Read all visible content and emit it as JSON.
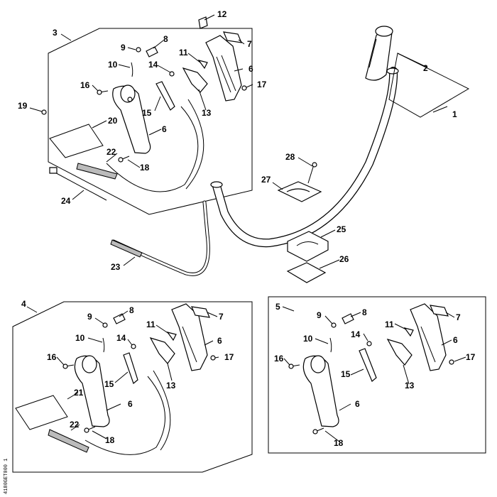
{
  "diagram": {
    "drawing_code": "4180GET000 1"
  },
  "callouts": {
    "main": [
      "1",
      "2",
      "3",
      "12",
      "8",
      "7",
      "9",
      "11",
      "10",
      "6",
      "14",
      "16",
      "17",
      "15",
      "13",
      "19",
      "20",
      "6",
      "22",
      "18",
      "28",
      "27",
      "24",
      "25",
      "23",
      "26"
    ],
    "kit4": [
      "4",
      "9",
      "8",
      "7",
      "11",
      "10",
      "14",
      "6",
      "16",
      "15",
      "17",
      "13",
      "21",
      "6",
      "22",
      "18"
    ],
    "kit5": [
      "5",
      "9",
      "8",
      "7",
      "11",
      "10",
      "14",
      "6",
      "16",
      "17",
      "15",
      "13",
      "6",
      "18"
    ]
  }
}
